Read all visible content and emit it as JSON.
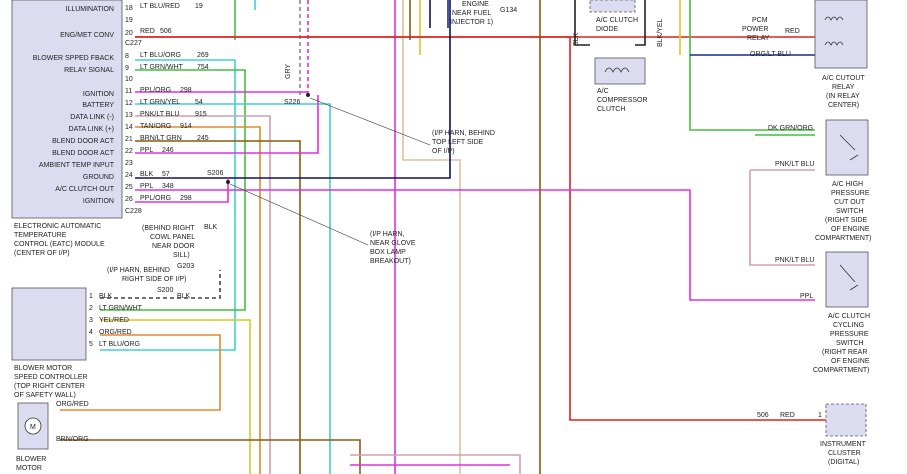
{
  "colors": {
    "red": "#e0201c",
    "pink": "#e030e0",
    "blue": "#1a2a8a",
    "green": "#1a9a1a",
    "lightgreen": "#40c040",
    "cyan": "#40d0d0",
    "orange": "#e08a30",
    "tan": "#e0c0a0",
    "brown": "#8a5a10",
    "pinkgray": "#d0a0b0",
    "navy": "#101060",
    "grey": "#888888",
    "yellow": "#d8c820"
  },
  "eatc": {
    "title": [
      "ELECTRONIC AUTOMATIC",
      "TEMPERATURE",
      "CONTROL (EATC) MODULE",
      "(CENTER OF I/P)"
    ],
    "pins_top": [
      {
        "name": "ILLUMINATION",
        "pin": "18",
        "wire": "LT BLU/RED",
        "circuit": "19"
      },
      {
        "name": "",
        "pin": "19",
        "wire": "",
        "circuit": ""
      },
      {
        "name": "ENG/MET CONV",
        "pin": "20",
        "wire": "RED",
        "circuit": "506"
      }
    ],
    "conn1": "C227",
    "pins_mid": [
      {
        "name": "BLOWER SPPED FBACK",
        "pin": "8",
        "wire": "LT BLU/ORG",
        "circuit": "269"
      },
      {
        "name": "RELAY SIGNAL",
        "pin": "9",
        "wire": "LT GRN/WHT",
        "circuit": "754"
      },
      {
        "name": "",
        "pin": "10",
        "wire": "",
        "circuit": ""
      },
      {
        "name": "IGNITION",
        "pin": "11",
        "wire": "PPL/ORG",
        "circuit": "298"
      },
      {
        "name": "BATTERY",
        "pin": "12",
        "wire": "LT GRN/YEL",
        "circuit": "54"
      },
      {
        "name": "DATA LINK (-)",
        "pin": "13",
        "wire": "PNK/LT BLU",
        "circuit": "915"
      },
      {
        "name": "DATA LINK (+)",
        "pin": "14",
        "wire": "TAN/ORG",
        "circuit": "914"
      },
      {
        "name": "BLEND DOOR ACT",
        "pin": "21",
        "wire": "BRN/LT GRN",
        "circuit": "245"
      },
      {
        "name": "BLEND DOOR ACT",
        "pin": "22",
        "wire": "PPL",
        "circuit": "246"
      },
      {
        "name": "AMBIENT TEMP INPUT",
        "pin": "23",
        "wire": "",
        "circuit": ""
      },
      {
        "name": "GROUND",
        "pin": "24",
        "wire": "BLK",
        "circuit": "57"
      },
      {
        "name": "A/C CLUTCH OUT",
        "pin": "25",
        "wire": "PPL",
        "circuit": "348"
      },
      {
        "name": "IGNITION",
        "pin": "26",
        "wire": "PPL/ORG",
        "circuit": "298"
      }
    ],
    "conn2": "C228"
  },
  "splices": {
    "s226": "S226",
    "s206": "S206",
    "s200": "S200",
    "g203": "G203",
    "gry": "GRY",
    "blk": "BLK",
    "blk2": "BLK"
  },
  "notes": {
    "ip_harness_top": [
      "(I/P HARN, BEHIND",
      "TOP LEFT SIDE",
      "OF I/P)"
    ],
    "ip_harness_glove": [
      "(I/P HARN,",
      "NEAR GLOVE",
      "BOX LAMP",
      "BREAKOUT)"
    ],
    "cowl": [
      "(BEHIND RIGHT",
      "COWL PANEL",
      "NEAR DOOR",
      "SILL)"
    ],
    "right_side": [
      "(I/P HARN, BEHIND",
      "RIGHT SIDE OF I/P)"
    ],
    "engine": [
      "ENGINE",
      "NEAR FUEL",
      "INJECTOR 1)"
    ],
    "g134": "G134"
  },
  "blower_ctrl": {
    "title": [
      "BLOWER MOTOR",
      "SPEED CONTROLLER",
      "(TOP RIGHT CENTER",
      "OF SAFETY WALL)"
    ],
    "pins": [
      {
        "pin": "1",
        "wire": "BLK"
      },
      {
        "pin": "2",
        "wire": "LT GRN/WHT"
      },
      {
        "pin": "3",
        "wire": "YEL/RED"
      },
      {
        "pin": "4",
        "wire": "ORG/RED"
      },
      {
        "pin": "5",
        "wire": "LT BLU/ORG"
      }
    ]
  },
  "blower_motor": {
    "title": [
      "BLOWER",
      "MOTOR"
    ],
    "wire1": "ORG/RED",
    "wire2": "BRN/ORG",
    "symbol": "M"
  },
  "ac_clutch": {
    "diode": [
      "A/C CLUTCH",
      "DIODE"
    ],
    "comp": [
      "A/C",
      "COMPRESSOR",
      "CLUTCH"
    ],
    "wire_blk": "BLK",
    "wire_blkyel": "BLK/YEL"
  },
  "pcm": {
    "label": [
      "PCM",
      "POWER",
      "RELAY"
    ],
    "wire_red": "RED",
    "wire_org": "ORG/LT BLU"
  },
  "cutout": {
    "title": [
      "A/C CUTOUT",
      "RELAY",
      "(IN RELAY",
      "CENTER)"
    ]
  },
  "hp_switch": {
    "title": [
      "A/C HIGH",
      "PRESSURE",
      "CUT OUT",
      "SWITCH",
      "(RIGHT SIDE",
      "OF ENGINE",
      "COMPARTMENT)"
    ],
    "wire1": "DK GRN/ORG",
    "wire2": "PNK/LT BLU"
  },
  "cycling": {
    "title": [
      "A/C CLUTCH",
      "CYCLING",
      "PRESSURE",
      "SWITCH",
      "(RIGHT REAR",
      "OF ENGINE",
      "COMPARTMENT)"
    ],
    "wire1": "PNK/LT BLU",
    "wire2": "PPL"
  },
  "cluster": {
    "title": [
      "INSTRUMENT",
      "CLUSTER",
      "(DIGITAL)"
    ],
    "pin": "1",
    "circuit": "506",
    "wire": "RED"
  }
}
